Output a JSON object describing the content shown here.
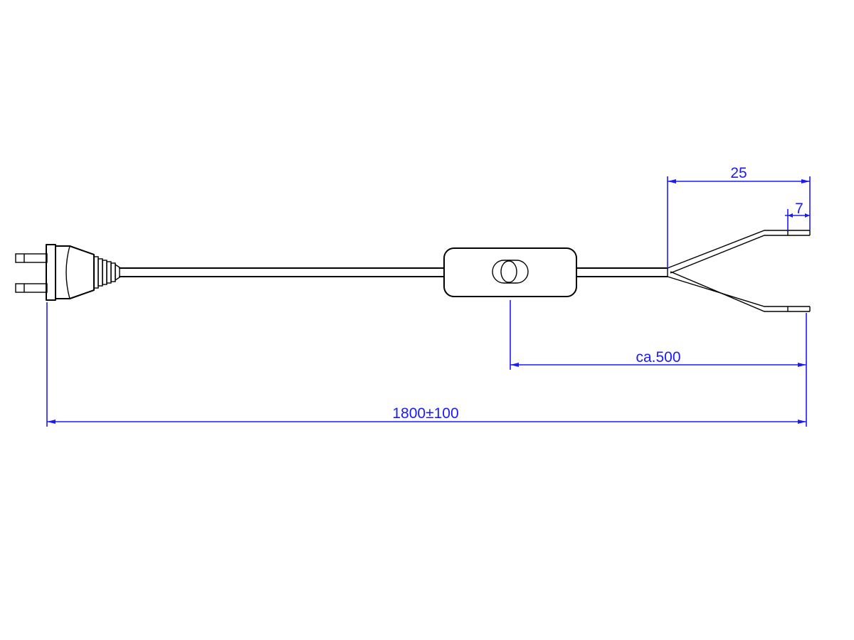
{
  "diagram": {
    "dimensions": {
      "overall_length": "1800±100",
      "switch_to_end": "ca.500",
      "split_length": "25",
      "strip_length": "7"
    }
  }
}
